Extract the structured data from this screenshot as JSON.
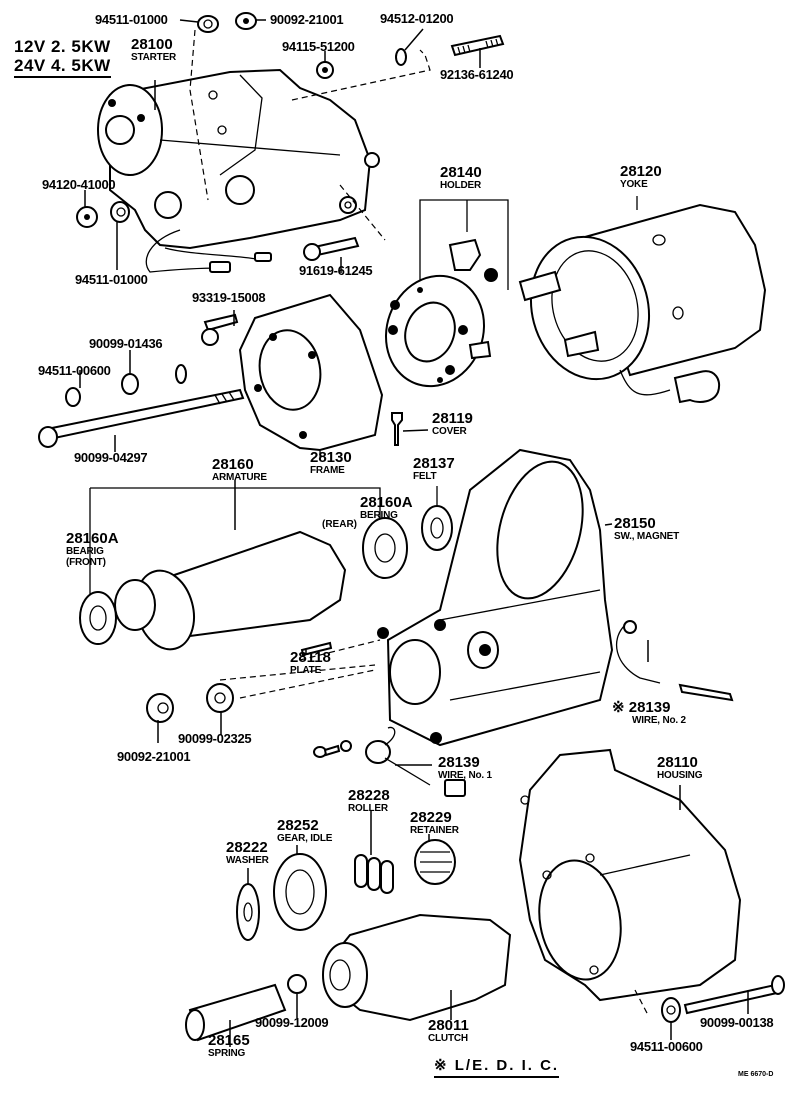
{
  "spec": {
    "line1": "12V  2. 5KW",
    "line2": "24V  4. 5KW"
  },
  "parts": {
    "p94511_01000_top": {
      "number": "94511-01000"
    },
    "p90092_21001_top": {
      "number": "90092-21001"
    },
    "p94512_01200": {
      "number": "94512-01200"
    },
    "p94115_51200": {
      "number": "94115-51200"
    },
    "p92136_61240": {
      "number": "92136-61240"
    },
    "starter": {
      "number": "28100",
      "name": "STARTER"
    },
    "p94120_41000": {
      "number": "94120-41000"
    },
    "p94511_01000_left": {
      "number": "94511-01000"
    },
    "p91619_61245": {
      "number": "91619-61245"
    },
    "holder": {
      "number": "28140",
      "name": "HOLDER"
    },
    "yoke": {
      "number": "28120",
      "name": "YOKE"
    },
    "p93319_15008": {
      "number": "93319-15008"
    },
    "p90099_01436": {
      "number": "90099-01436"
    },
    "p94511_00600_left": {
      "number": "94511-00600"
    },
    "p90099_04297": {
      "number": "90099-04297"
    },
    "frame": {
      "number": "28130",
      "name": "FRAME"
    },
    "cover": {
      "number": "28119",
      "name": "COVER"
    },
    "armature": {
      "number": "28160",
      "name": "ARMATURE"
    },
    "felt": {
      "number": "28137",
      "name": "FELT"
    },
    "bearing_rear": {
      "number": "28160A",
      "name": "BERING",
      "sub": "(REAR)"
    },
    "bearing_front": {
      "number": "28160A",
      "name": "BEARIG",
      "sub": "(FRONT)"
    },
    "sw_magnet": {
      "number": "28150",
      "name": "SW., MAGNET"
    },
    "plate": {
      "number": "28118",
      "name": "PLATE"
    },
    "wire_no2": {
      "mark": "※",
      "number": "28139",
      "name": "WIRE, No. 2"
    },
    "p90092_21001_mid": {
      "number": "90092-21001"
    },
    "p90099_02325": {
      "number": "90099-02325"
    },
    "wire_no1": {
      "number": "28139",
      "name": "WIRE, No. 1"
    },
    "housing": {
      "number": "28110",
      "name": "HOUSING"
    },
    "roller": {
      "number": "28228",
      "name": "ROLLER"
    },
    "retainer": {
      "number": "28229",
      "name": "RETAINER"
    },
    "gear_idle": {
      "number": "28252",
      "name": "GEAR, IDLE"
    },
    "washer": {
      "number": "28222",
      "name": "WASHER"
    },
    "spring": {
      "number": "28165",
      "name": "SPRING"
    },
    "p90099_12009": {
      "number": "90099-12009"
    },
    "clutch": {
      "number": "28011",
      "name": "CLUTCH"
    },
    "p90099_00138": {
      "number": "90099-00138"
    },
    "p94511_00600_bottom": {
      "number": "94511-00600"
    }
  },
  "legend": "※ L/E. D. I. C.",
  "drawing_code": "ME  6670-D"
}
